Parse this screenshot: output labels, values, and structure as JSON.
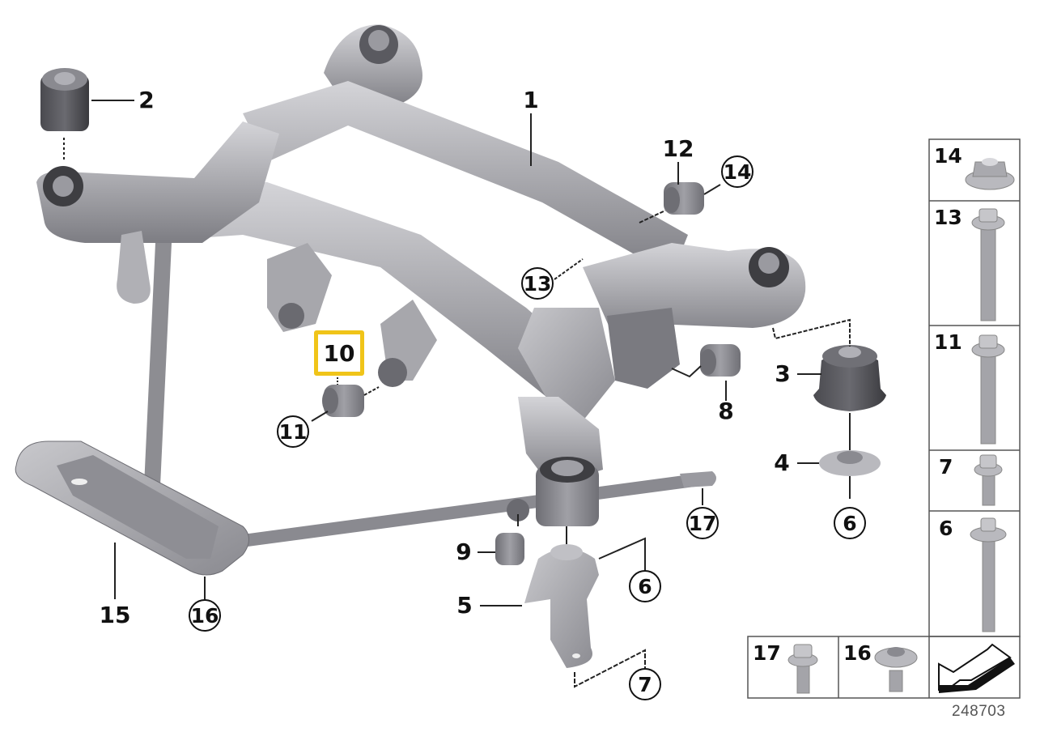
{
  "diagram": {
    "type": "exploded parts diagram",
    "subject": "rear axle carrier (subframe) with mountings",
    "diagram_id": "248703",
    "accent_color": "#f0c419",
    "highlighted_part": "10"
  },
  "callouts": {
    "p1": "1",
    "p2": "2",
    "p3": "3",
    "p4": "4",
    "p5": "5",
    "p8": "8",
    "p9": "9",
    "p10": "10",
    "p12": "12",
    "p15": "15"
  },
  "circled_refs": {
    "c6a": "6",
    "c6b": "6",
    "c7": "7",
    "c11": "11",
    "c13": "13",
    "c14": "14",
    "c16": "16",
    "c17": "17"
  },
  "fastener_panel": {
    "column": [
      {
        "part": "14",
        "kind": "flange nut"
      },
      {
        "part": "13",
        "kind": "hex bolt long"
      },
      {
        "part": "11",
        "kind": "hex bolt long"
      },
      {
        "part": "7",
        "kind": "hex bolt short"
      },
      {
        "part": "6",
        "kind": "hex bolt with washer"
      }
    ],
    "bottom_row": [
      {
        "part": "17",
        "kind": "hex bolt"
      },
      {
        "part": "16",
        "kind": "torx bolt with washer"
      },
      {
        "part": "",
        "kind": "direction of travel arrow"
      }
    ]
  }
}
